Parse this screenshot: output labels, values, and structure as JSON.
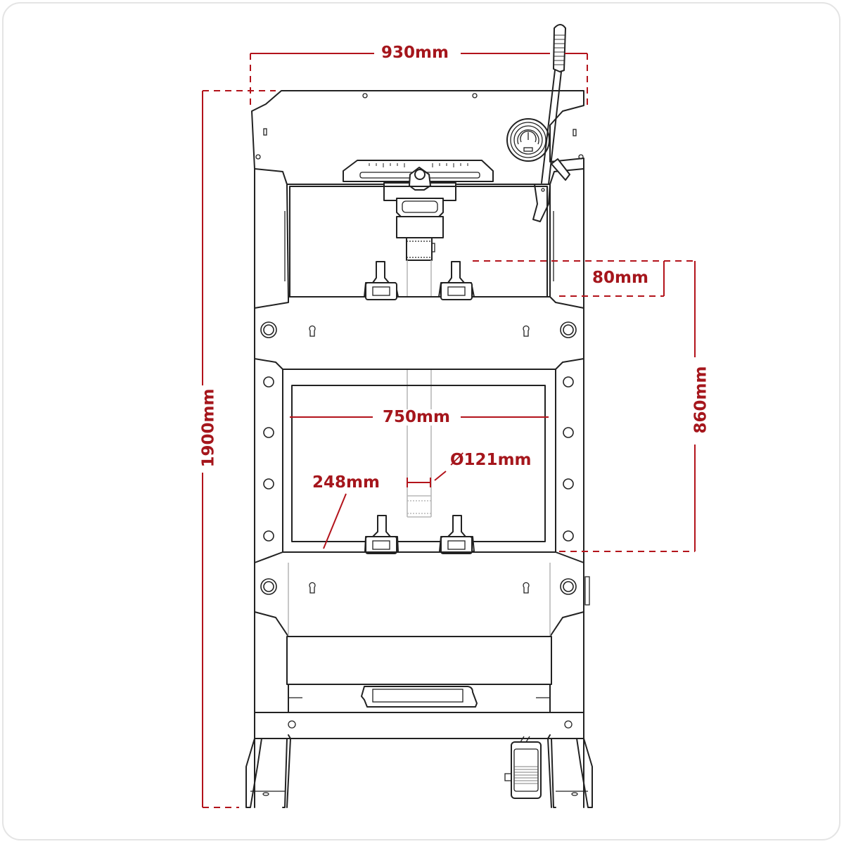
{
  "diagram": {
    "subject": "hydraulic workshop press front view with dimensions",
    "dimension_color": "#a5161c",
    "line_color": "#222222",
    "dimensions": {
      "overall_width": "930mm",
      "overall_height": "1900mm",
      "working_width": "750mm",
      "working_height": "860mm",
      "bed_increment": "80mm",
      "ram_diameter": "Ø121mm",
      "bed_depth": "248mm"
    },
    "components": [
      "top-crosshead",
      "pressure-gauge",
      "pump-handle",
      "ram-cylinder",
      "bed-pins",
      "upper-bed",
      "lower-bed",
      "side-uprights",
      "base-crossmember",
      "feet",
      "foot-pedal"
    ]
  }
}
